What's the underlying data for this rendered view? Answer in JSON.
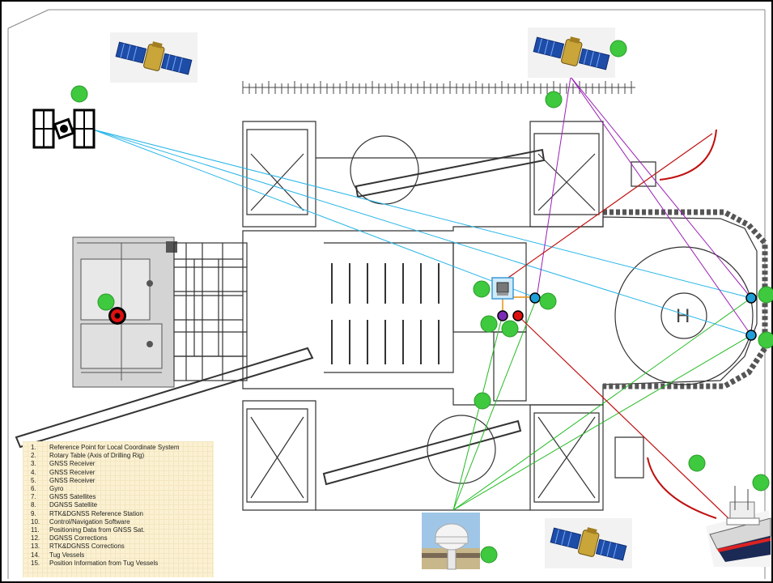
{
  "legend": [
    {
      "num": "1.",
      "text": "Reference Point for Local Coordinate System"
    },
    {
      "num": "2.",
      "text": "Rotary Table (Axis of Drilling Rig)"
    },
    {
      "num": "3.",
      "text": "GNSS Receiver"
    },
    {
      "num": "4.",
      "text": "GNSS Receiver"
    },
    {
      "num": "5.",
      "text": "GNSS Receiver"
    },
    {
      "num": "6.",
      "text": "Gyro"
    },
    {
      "num": "7.",
      "text": "GNSS Satellites"
    },
    {
      "num": "8.",
      "text": "DGNSS Satellite"
    },
    {
      "num": "9.",
      "text": "RTK&DGNSS Reference Station"
    },
    {
      "num": "10.",
      "text": "Control/Navigation Software"
    },
    {
      "num": "11.",
      "text": "Positioning Data from GNSS Sat."
    },
    {
      "num": "12.",
      "text": "DGNSS Corrections"
    },
    {
      "num": "13.",
      "text": "RTK&DGNSS Corrections"
    },
    {
      "num": "14.",
      "text": "Tug Vessels"
    },
    {
      "num": "15.",
      "text": "Position Information from Tug Vessels"
    }
  ],
  "colors": {
    "gnss_lines": "#29b6e8",
    "dgnss_lines": "#9b1fb5",
    "rtk_lines": "#22bb22",
    "tug_lines": "#c01010",
    "markers": "#3ec93e",
    "drawing": "#333333",
    "rig_bg": "#d4d4d4",
    "receiver": "#1f9fd8",
    "reference_point": "#e01010"
  },
  "icons": [
    "gnss-satellite-icon",
    "dgnss-satellite-icon",
    "reference-station-icon",
    "tug-vessel-icon"
  ]
}
